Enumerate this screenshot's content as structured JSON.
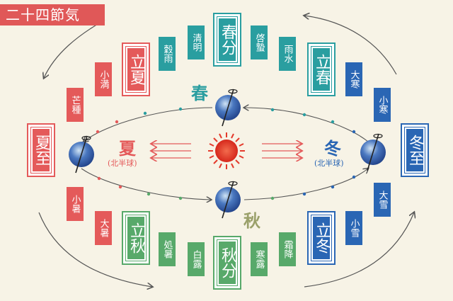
{
  "title": "二十四節気",
  "colors": {
    "summer": "#e45a5a",
    "spring": "#2a9ea0",
    "autumn": "#58a96a",
    "winter": "#2a66b4",
    "orbit": "#555555",
    "sun": "#e43a2c"
  },
  "terms": {
    "shunbun": "春分",
    "seimei": "清明",
    "kokuu": "穀雨",
    "rikka": "立夏",
    "shoman": "小満",
    "boshu": "芒種",
    "geshi": "夏至",
    "shosho": "小暑",
    "taisho": "大暑",
    "risshu": "立秋",
    "shosho2": "処暑",
    "hakuro": "白露",
    "shubun": "秋分",
    "kanro": "寒露",
    "soko": "霜降",
    "ritto": "立冬",
    "shosetsu": "小雪",
    "taisetsu": "大雪",
    "toji": "冬至",
    "shokan": "小寒",
    "daikan": "大寒",
    "risshun": "立春",
    "usui": "雨水",
    "keichitsu": "啓蟄"
  },
  "seasons": {
    "spring": "春",
    "summer": "夏",
    "summer_sub": "(北半球)",
    "autumn": "秋",
    "winter": "冬",
    "winter_sub": "(北半球)"
  },
  "icons": [
    "earth-icon",
    "sun-icon",
    "rotation-arrow-icon",
    "orbit-arrow-icon",
    "sun-ray-arrow-icon"
  ]
}
